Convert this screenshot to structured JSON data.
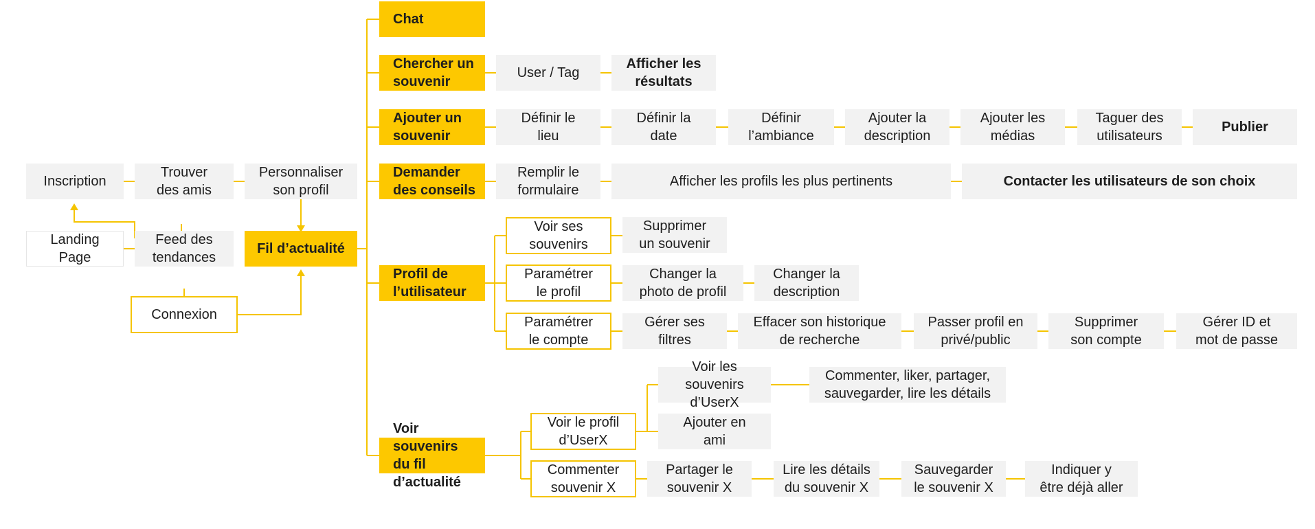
{
  "diagram": {
    "line_color": "#f5c400",
    "box_color_main": "#fdc800",
    "box_color_step": "#f2f2f2",
    "nodes": {
      "inscription": "Inscription",
      "trouver_amis": "Trouver\ndes amis",
      "personnaliser_profil": "Personnaliser\nson profil",
      "landing_page": "Landing\nPage",
      "feed_tendances": "Feed des\ntendances",
      "connexion": "Connexion",
      "fil_actualite": "Fil d’actualité",
      "chat": "Chat",
      "chercher_souvenir": "Chercher un\nsouvenir",
      "user_tag": "User / Tag",
      "afficher_resultats": "Afficher les\nrésultats",
      "ajouter_souvenir": "Ajouter un\nsouvenir",
      "definir_lieu": "Définir le\nlieu",
      "definir_date": "Définir la\ndate",
      "definir_ambiance": "Définir\nl’ambiance",
      "ajouter_description": "Ajouter la\ndescription",
      "ajouter_medias": "Ajouter les\nmédias",
      "taguer_utilisateurs": "Taguer des\nutilisateurs",
      "publier": "Publier",
      "demander_conseils": "Demander\ndes conseils",
      "remplir_formulaire": "Remplir le\nformulaire",
      "afficher_profils": "Afficher les profils les plus pertinents",
      "contacter_utilisateurs": "Contacter les utilisateurs de son choix",
      "profil_utilisateur": "Profil de\nl’utilisateur",
      "voir_ses_souvenirs": "Voir ses\nsouvenirs",
      "supprimer_souvenir": "Supprimer\nun souvenir",
      "parametrer_profil": "Paramétrer\nle profil",
      "changer_photo": "Changer la\nphoto de profil",
      "changer_description": "Changer la\ndescription",
      "parametrer_compte": "Paramétrer\nle compte",
      "gerer_filtres": "Gérer ses\nfiltres",
      "effacer_historique": "Effacer son historique\nde recherche",
      "passer_profil": "Passer profil en\nprivé/public",
      "supprimer_compte": "Supprimer\nson compte",
      "gerer_id": "Gérer ID et\nmot de passe",
      "voir_souvenirs_fil": "Voir souvenirs\ndu fil d’actualité",
      "voir_profil_userx": "Voir le profil\nd’UserX",
      "voir_souvenirs_userx": "Voir les souvenirs\nd’UserX",
      "commenter_liker": "Commenter, liker, partager,\nsauvegarder, lire les détails",
      "ajouter_ami": "Ajouter en\nami",
      "commenter_souvenir": "Commenter\nsouvenir X",
      "partager_souvenir": "Partager le\nsouvenir X",
      "lire_details": "Lire les détails\ndu souvenir X",
      "sauvegarder_souvenir": "Sauvegarder\nle souvenir X",
      "indiquer_deja_aller": "Indiquer y\nêtre déjà aller"
    }
  }
}
